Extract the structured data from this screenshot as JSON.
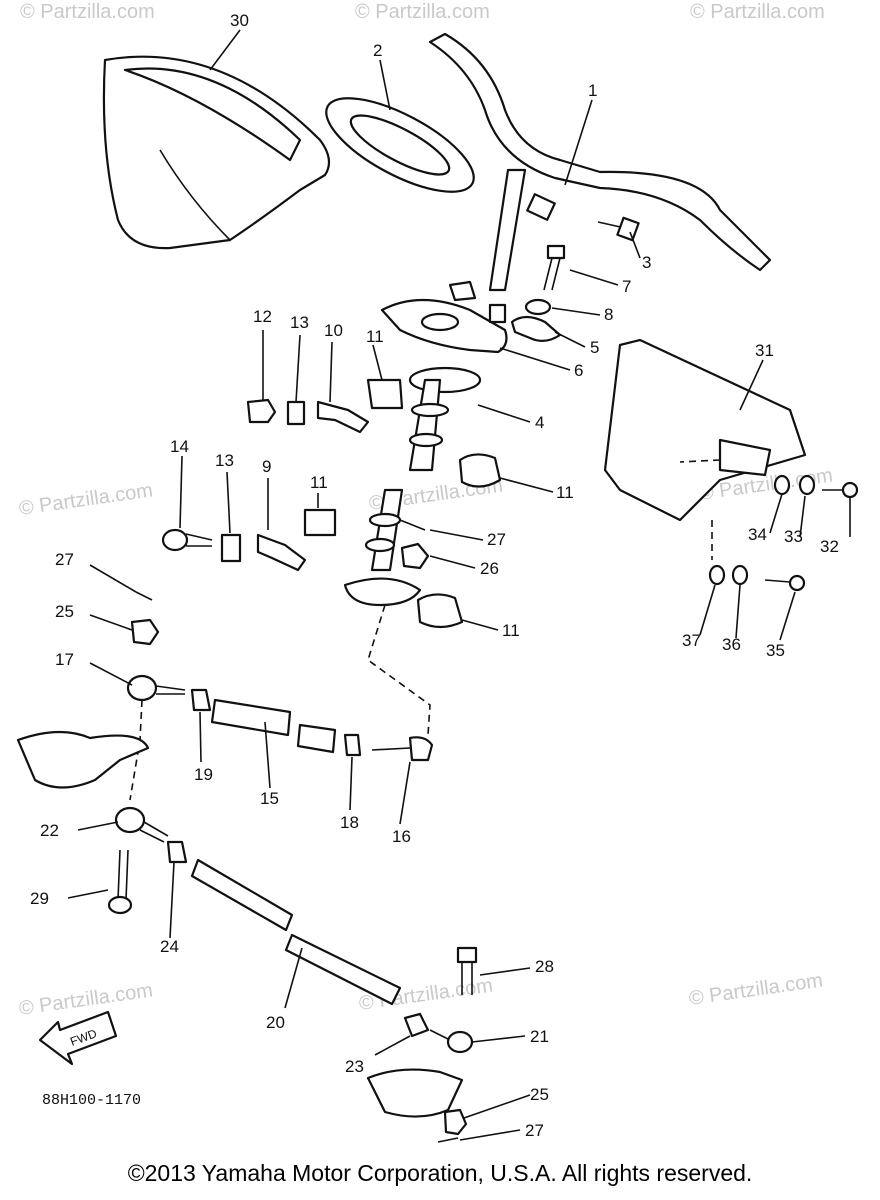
{
  "diagram": {
    "part_labels": [
      "1",
      "2",
      "3",
      "4",
      "5",
      "6",
      "7",
      "8",
      "9",
      "10",
      "11",
      "12",
      "13",
      "14",
      "15",
      "16",
      "17",
      "18",
      "19",
      "20",
      "21",
      "22",
      "23",
      "24",
      "25",
      "26",
      "27",
      "28",
      "29",
      "30",
      "31",
      "32",
      "33",
      "34",
      "35",
      "36",
      "37"
    ],
    "label_11": "11",
    "label_13": "13",
    "label_25": "25",
    "label_27": "27",
    "drawing_code": "88H100-1170",
    "fwd_label": "FWD",
    "watermark": "© Partzilla.com"
  },
  "footer": {
    "copyright": "©2013 Yamaha Motor Corporation, U.S.A. All rights reserved."
  }
}
